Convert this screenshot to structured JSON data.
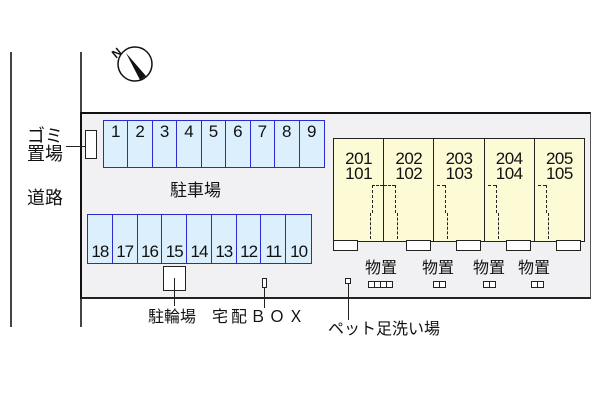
{
  "compass": {
    "north_label": "N",
    "icon": "north-arrow-icon"
  },
  "road": {
    "label": "道路"
  },
  "garbage": {
    "label_line1": "ゴミ",
    "label_line2": "置場"
  },
  "parking": {
    "label": "駐車場",
    "top_row": [
      "1",
      "2",
      "3",
      "4",
      "5",
      "6",
      "7",
      "8",
      "9"
    ],
    "bottom_row": [
      "18",
      "17",
      "16",
      "15",
      "14",
      "13",
      "12",
      "11",
      "10"
    ],
    "slot_color": "#dceffd",
    "border_color": "#2a2ad0"
  },
  "building": {
    "fill_color": "#fdfbd6",
    "units": [
      {
        "upper": "201",
        "lower": "101"
      },
      {
        "upper": "202",
        "lower": "102"
      },
      {
        "upper": "203",
        "lower": "103"
      },
      {
        "upper": "204",
        "lower": "104"
      },
      {
        "upper": "205",
        "lower": "105"
      }
    ]
  },
  "storage": {
    "labels": [
      "物置",
      "物置",
      "物置",
      "物置"
    ]
  },
  "bicycle_parking": {
    "label": "駐輪場"
  },
  "delivery_box": {
    "label": "宅配ＢＯＸ"
  },
  "pet_wash": {
    "label": "ペット足洗い場"
  }
}
